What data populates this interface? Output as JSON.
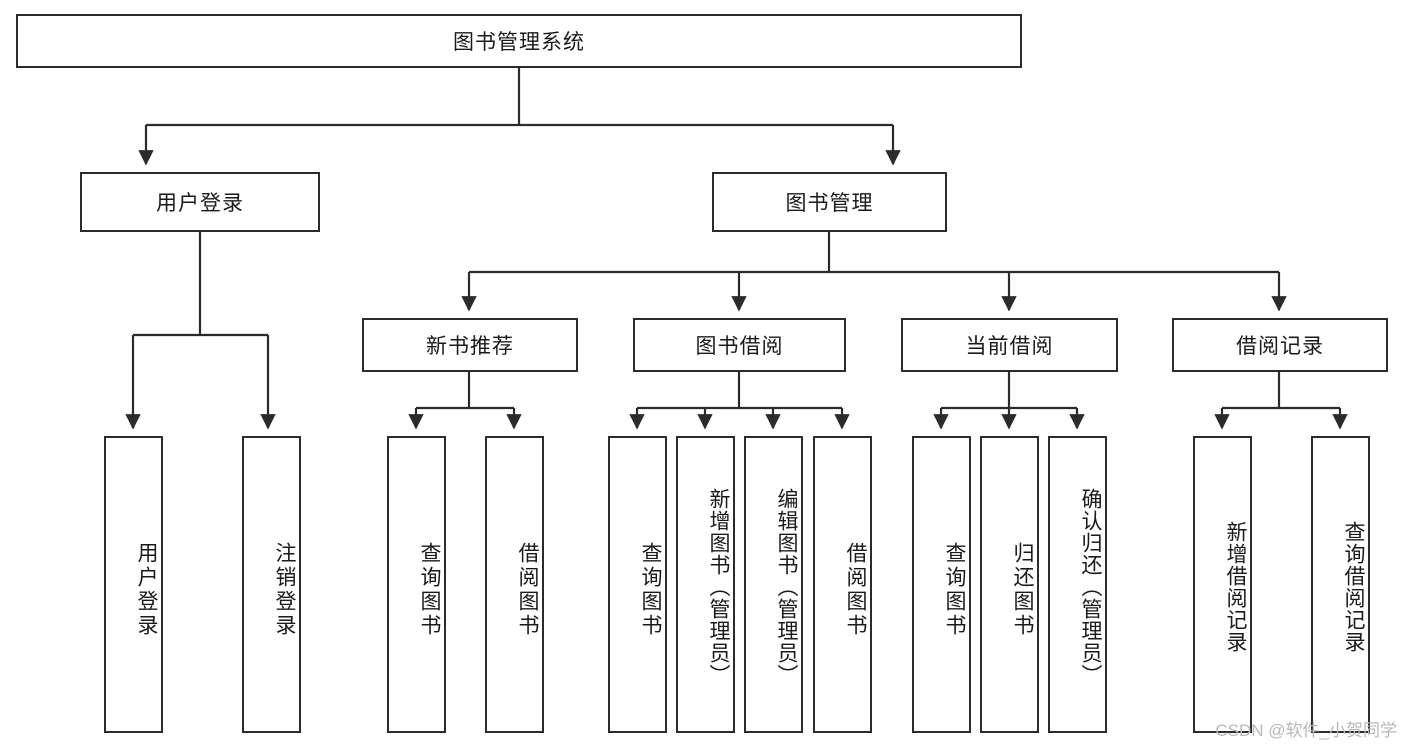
{
  "diagram": {
    "title": "图书管理系统",
    "type": "tree-hierarchy-chart",
    "watermark": "CSDN @软件_小贺同学",
    "colors": {
      "border": "#2b2b2b",
      "fill": "#ffffff",
      "connector": "#2b2b2b",
      "text": "#1a1a1a",
      "watermark": "#b9b9b9"
    },
    "root": {
      "label": "图书管理系统"
    },
    "level2": [
      {
        "label": "用户登录"
      },
      {
        "label": "图书管理"
      }
    ],
    "level3": [
      {
        "label": "新书推荐"
      },
      {
        "label": "图书借阅"
      },
      {
        "label": "当前借阅"
      },
      {
        "label": "借阅记录"
      }
    ],
    "leaves": {
      "user_login": [
        {
          "label": "用户登录"
        },
        {
          "label": "注销登录"
        }
      ],
      "new_books": [
        {
          "label": "查询图书"
        },
        {
          "label": "借阅图书"
        }
      ],
      "book_borrow": [
        {
          "label": "查询图书"
        },
        {
          "label": "新增图书（管理员）"
        },
        {
          "label": "编辑图书（管理员）"
        },
        {
          "label": "借阅图书"
        }
      ],
      "current_borrow": [
        {
          "label": "查询图书"
        },
        {
          "label": "归还图书"
        },
        {
          "label": "确认归还（管理员）"
        }
      ],
      "borrow_records": [
        {
          "label": "新增借阅记录"
        },
        {
          "label": "查询借阅记录"
        }
      ]
    }
  }
}
